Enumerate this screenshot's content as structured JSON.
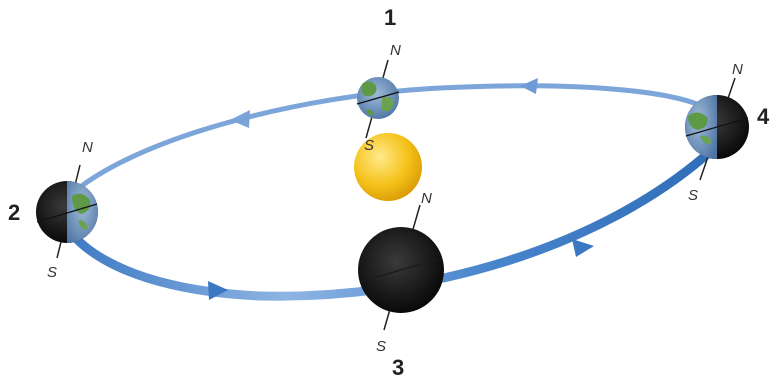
{
  "diagram": {
    "colors": {
      "orbit": "#3a78c2",
      "orbit_light": "#a9c6ea",
      "sun": "#f5c21a",
      "sun_highlight": "#ffe98a",
      "earth_dark": "#0b0b0b",
      "ocean": "#5f86b3",
      "land": "#5e9a46",
      "axis": "#222222",
      "label": "#222222"
    },
    "positions": [
      {
        "label": "1",
        "north": "N",
        "south": "S",
        "lit": "full"
      },
      {
        "label": "2",
        "north": "N",
        "south": "S",
        "lit": "right-half"
      },
      {
        "label": "3",
        "north": "N",
        "south": "S",
        "lit": "none"
      },
      {
        "label": "4",
        "north": "N",
        "south": "S",
        "lit": "left-half"
      }
    ],
    "sun": {
      "icon": "sun-icon"
    }
  }
}
